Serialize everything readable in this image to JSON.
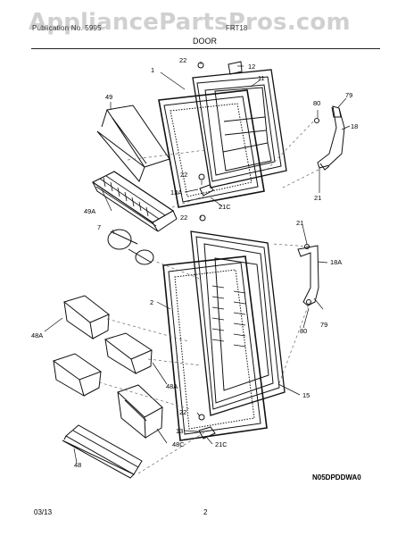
{
  "watermark": "AppliancePartsPros.com",
  "header": {
    "left_text": "Publication No. 5995",
    "right_text": "FRT18",
    "section_title": "DOOR"
  },
  "callouts": {
    "c22_top": "22",
    "c12": "12",
    "c1": "1",
    "c11": "11",
    "c49": "49",
    "c79_top": "79",
    "c80_top": "80",
    "c18": "18",
    "c21_top": "21",
    "c22_mid": "22",
    "c13A": "13A",
    "c21C_top": "21C",
    "c49A": "49A",
    "c22_low": "22",
    "c7": "7",
    "c21_mid": "21",
    "c18A": "18A",
    "c2": "2",
    "c79_low": "79",
    "c80_low": "80",
    "c48A_left": "48A",
    "c48A_right": "48A",
    "c15": "15",
    "c22_bottom": "22",
    "c13": "13",
    "c48C": "48C",
    "c21C_bottom": "21C",
    "c48": "48"
  },
  "drawing_code": "N05DPDDWA0",
  "footer": {
    "date": "03/13",
    "page": "2"
  }
}
